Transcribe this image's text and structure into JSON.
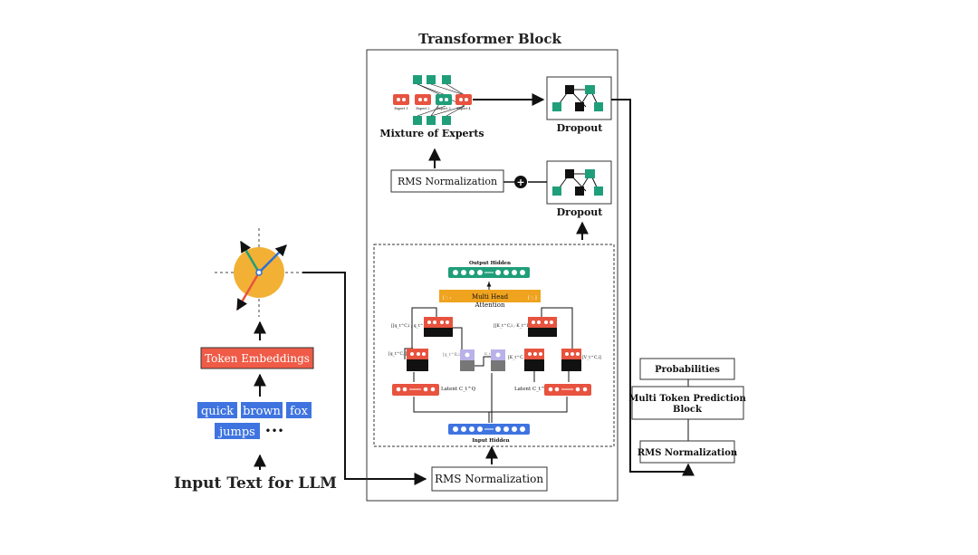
{
  "title": "Transformer Block",
  "input_text": "Input Text for LLM",
  "tokens": [
    "quick",
    "brown",
    "fox",
    "jumps"
  ],
  "tokens_more": "•••",
  "token_embeddings": "Token Embeddings",
  "bottom_rms": "RMS Normalization",
  "moe": {
    "label": "Mixture of Experts",
    "experts": [
      "Expert 1",
      "Expert 2",
      "Expert 3",
      "Expert 4"
    ]
  },
  "rms_mid": "RMS Normalization",
  "dropout_top": "Dropout",
  "dropout_mid": "Dropout",
  "plus": "+",
  "attention": {
    "output_hidden": "Output Hidden",
    "mha_line1": "Multi Head",
    "mha_line2": "Attention",
    "q_concat": "[[q_t^C,i ; q_t^R,i]]",
    "k_concat": "[[K_t^C,i ; K_t^R]]",
    "q_c": "[q_t^C,i]",
    "q_r": "[q_t^R,i]",
    "k_r_small": "K_t^R",
    "k_c": "[K_t^C,i]",
    "v_c": "[V_t^C,i]",
    "latent_q": "Latent C_t^Q",
    "latent_kv": "Latent C_t^KV",
    "input_hidden": "Input Hidden"
  },
  "right_stack": {
    "probabilities": "Probabilities",
    "mtp": "Multi Token Prediction Block",
    "rms": "RMS Normalization"
  },
  "colors": {
    "red": "#e8533f",
    "green": "#1f9e7a",
    "blue": "#3f74e0",
    "orange": "#f0a31f",
    "embed_red": "#ef5b47",
    "lavender": "#b9b2e8",
    "circle": "#f2b134",
    "black": "#111111"
  }
}
